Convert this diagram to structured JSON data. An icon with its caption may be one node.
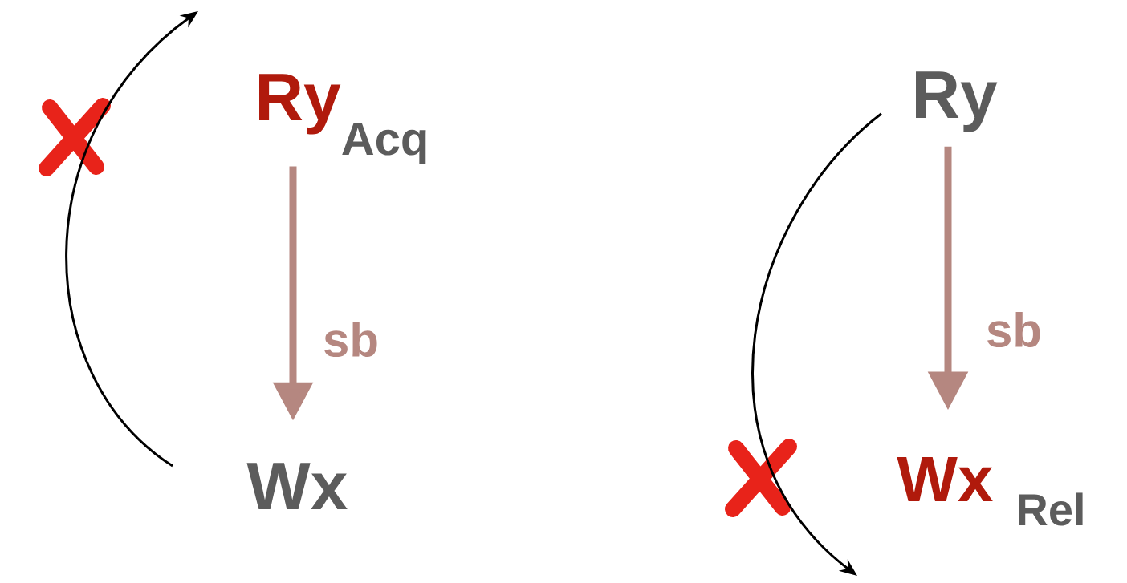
{
  "diagram": {
    "nodes": [
      {
        "text": [
          "Ry",
          "Acq"
        ]
      },
      {
        "text": [
          "Wx"
        ]
      },
      {
        "text": [
          "Ry"
        ]
      },
      {
        "text": [
          "Wx",
          "Rel"
        ]
      }
    ],
    "edges": [
      {
        "from": 0,
        "to": 1,
        "arrow": "to",
        "label": "sb",
        "style": "thick",
        "color": "#b58780"
      },
      {
        "from": 1,
        "to": null,
        "arrow": "to",
        "color": "#000000"
      },
      {
        "from": 2,
        "to": 3,
        "arrow": "to",
        "label": "sb",
        "style": "thick",
        "color": "#b58780"
      },
      {
        "from": 2,
        "to": null,
        "arrow": "to",
        "color": "#000000"
      }
    ]
  }
}
